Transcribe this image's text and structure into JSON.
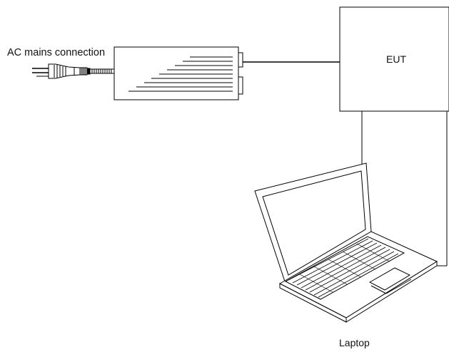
{
  "diagram": {
    "ac_label": "AC mains connection",
    "eut_label": "EUT",
    "laptop_label": "Laptop"
  }
}
